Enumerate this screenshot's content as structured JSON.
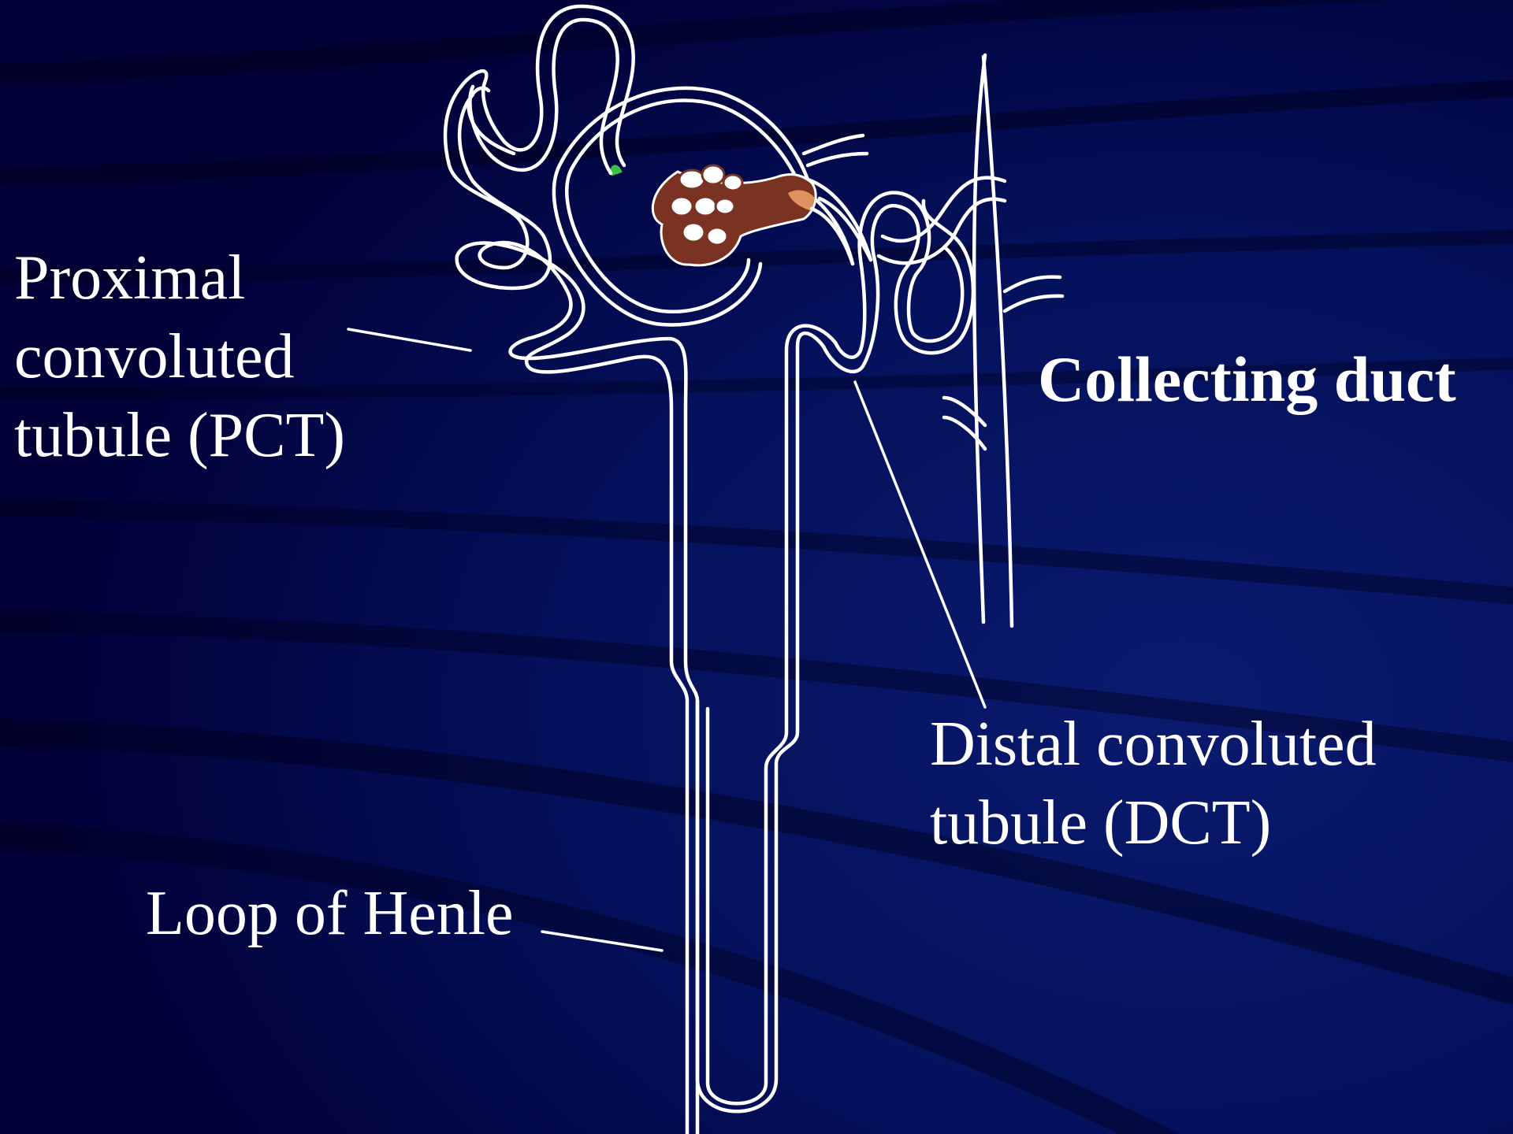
{
  "diagram": {
    "background_color": "#02024f",
    "line_color": "#ffffff",
    "glomerulus_color": "#7a3322",
    "accent_colors": [
      "#3fbf3f",
      "#f0a36a"
    ],
    "labels": {
      "pct": [
        "Proximal",
        "convoluted",
        "tubule (PCT)"
      ],
      "collecting_duct": "Collecting duct",
      "dct": [
        "Distal convoluted",
        "tubule (DCT)"
      ],
      "loop_of_henle": "Loop of Henle"
    }
  }
}
